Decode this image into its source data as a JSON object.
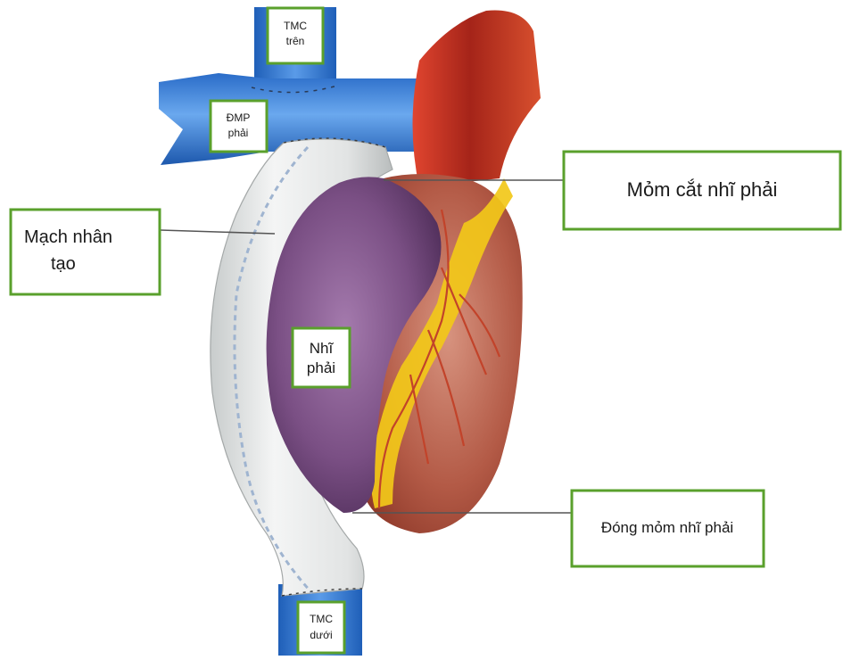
{
  "labels": {
    "tmc_tren": [
      "TMC",
      "trên"
    ],
    "dmp_phai": [
      "ĐMP",
      "phải"
    ],
    "mach_nhan_tao": [
      "Mạch nhân",
      "tạo"
    ],
    "nhi_phai": [
      "Nhĩ",
      "phải"
    ],
    "mom_cat": "Mỏm cắt nhĩ phải",
    "dong_mom": "Đóng mỏm nhĩ phải",
    "tmc_duoi": [
      "TMC",
      "dưới"
    ]
  },
  "colors": {
    "label_border": "#5aa02c",
    "vein_blue": "#3a7fd5",
    "graft_gray": "#e4e6e6",
    "atrium_purple": "#7d5285",
    "aorta_red": "#b8332a",
    "fat_yellow": "#f2c819",
    "ventricle": "#b85a4c"
  }
}
